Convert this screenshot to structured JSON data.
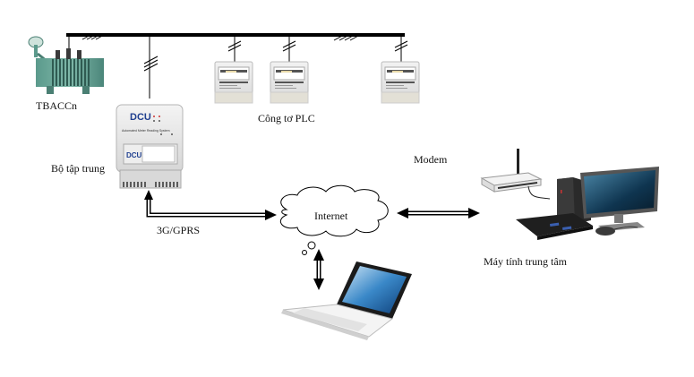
{
  "diagram": {
    "type": "network-architecture",
    "labels": {
      "transformer": "TBACCn",
      "plc_meters": "Công tơ PLC",
      "concentrator": "Bộ tập trung",
      "link_3g": "3G/GPRS",
      "internet": "Internet",
      "modem": "Modem",
      "central_pc": "Máy tính trung tâm"
    },
    "dcu": {
      "brand": "DCU",
      "subtitle": "Automated Meter Reading System"
    },
    "nodes": [
      {
        "id": "transformer",
        "label": "TBACCn",
        "icon": "transformer-icon"
      },
      {
        "id": "meter-1",
        "icon": "electric-meter-icon"
      },
      {
        "id": "meter-2",
        "icon": "electric-meter-icon"
      },
      {
        "id": "meter-3",
        "icon": "electric-meter-icon"
      },
      {
        "id": "concentrator",
        "label": "Bộ tập trung",
        "icon": "dcu-device-icon"
      },
      {
        "id": "internet",
        "label": "Internet",
        "icon": "cloud-icon"
      },
      {
        "id": "laptop",
        "icon": "laptop-icon"
      },
      {
        "id": "modem",
        "label": "Modem",
        "icon": "router-icon"
      },
      {
        "id": "central_pc",
        "label": "Máy tính trung tâm",
        "icon": "desktop-computer-icon"
      }
    ],
    "edges": [
      {
        "from": "transformer",
        "to": "bus",
        "kind": "power-line"
      },
      {
        "from": "bus",
        "to": "concentrator",
        "kind": "power-line"
      },
      {
        "from": "bus",
        "to": "meter-1",
        "kind": "power-line"
      },
      {
        "from": "bus",
        "to": "meter-2",
        "kind": "power-line"
      },
      {
        "from": "bus",
        "to": "meter-3",
        "kind": "power-line"
      },
      {
        "from": "concentrator",
        "to": "internet",
        "kind": "bidirectional",
        "label": "3G/GPRS"
      },
      {
        "from": "internet",
        "to": "central_pc",
        "kind": "bidirectional"
      },
      {
        "from": "internet",
        "to": "laptop",
        "kind": "bidirectional"
      }
    ]
  }
}
